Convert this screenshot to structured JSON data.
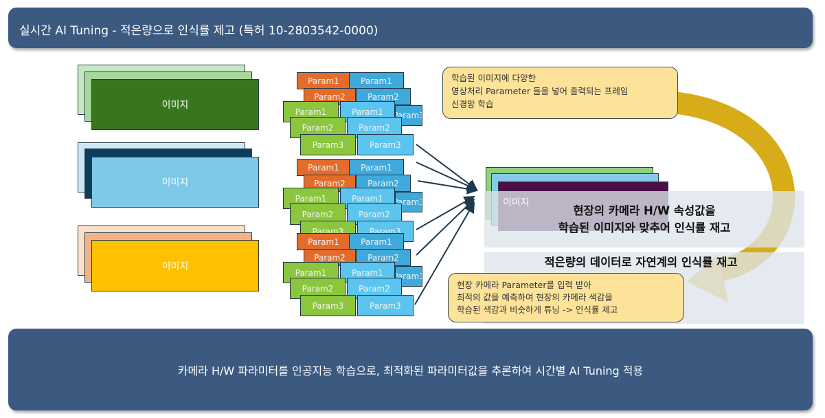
{
  "header": {
    "title": "실시간 AI Tuning - 적은량으로 인식률 제고 (특허 10-2803542-0000)"
  },
  "images": [
    {
      "label": "이미지",
      "color": "#38761d"
    },
    {
      "label": "이미지",
      "color": "#7ec8e8"
    },
    {
      "label": "이미지",
      "color": "#ffc000"
    }
  ],
  "param_groups": [
    {
      "cards": [
        "Param3",
        "Param1",
        "Param1",
        "Param2",
        "Param2",
        "Param1",
        "Param1",
        "Param2",
        "Param2",
        "Param3",
        "Param3"
      ]
    },
    {
      "cards": [
        "Param3",
        "Param1",
        "Param1",
        "Param2",
        "Param2",
        "Param1",
        "Param1",
        "Param2",
        "Param2",
        "Param3",
        "Param3"
      ]
    },
    {
      "cards": [
        "Param3",
        "Param1",
        "Param1",
        "Param2",
        "Param2",
        "Param1",
        "Param1",
        "Param2",
        "Param2",
        "Param3",
        "Param3"
      ]
    }
  ],
  "center_stack": {
    "label": "이미지"
  },
  "notes": {
    "top": [
      "학습된 이미지에 다양한",
      "영상처리 Parameter 들을 넣어 출력되는 프레임",
      "신경망 학습"
    ],
    "bottom": [
      "현장 카메라 Parameter를 입력 받아",
      "최적의 값을 예측하여 현장의 카메라 색감을",
      "학습된 색감과 비슷하게 튜닝 -> 인식률 제고"
    ]
  },
  "highlights": {
    "first": [
      "현장의 카메라 H/W 속성값을",
      "학습된 이미지와 맞추어 인식률 재고"
    ],
    "second": "적은량의 데이터로 자연계의 인식률 재고"
  },
  "footer": {
    "text": "카메라 H/W 파라미터를 인공지능 학습으로, 최적화된 파라미터값을 추론하여 시간별 AI Tuning 적용"
  }
}
